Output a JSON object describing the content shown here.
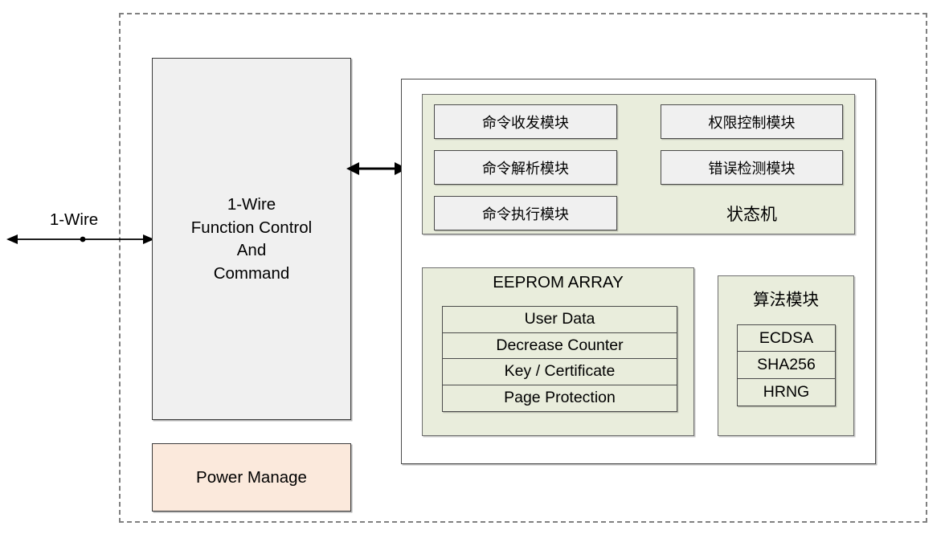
{
  "diagram": {
    "title_hidden": "",
    "external_bus": {
      "label": "1-Wire",
      "arrow_icon": "double-arrow-horizontal-icon"
    },
    "function_block": {
      "lines": [
        "1-Wire",
        "Function Control",
        "And",
        "Command"
      ],
      "line1": "1-Wire",
      "line2": "Function Control",
      "line3": "And",
      "line4": "Command",
      "fill": "#F0F0F0"
    },
    "power_manage": {
      "label": "Power Manage",
      "fill": "#FBE9DC"
    },
    "core_link": {
      "icon": "double-arrow-horizontal-icon"
    },
    "command_group": {
      "fill": "#E9EDDC",
      "left_modules": [
        "命令收发模块",
        "命令解析模块",
        "命令执行模块"
      ],
      "right_modules": [
        "权限控制模块",
        "错误检测模块"
      ],
      "state_machine_label": "状态机"
    },
    "eeprom": {
      "title": "EEPROM ARRAY",
      "fill": "#E9EDDC",
      "rows": [
        "User Data",
        "Decrease Counter",
        "Key / Certificate",
        "Page Protection"
      ]
    },
    "algorithm": {
      "title": "算法模块",
      "fill": "#E9EDDC",
      "rows": [
        "ECDSA",
        "SHA256",
        "HRNG"
      ]
    },
    "colors": {
      "chip_boundary": "#808080",
      "block_fill": "#F0F0F0",
      "group_fill": "#E9EDDC",
      "power_fill": "#FBE9DC",
      "stroke": "#3b3b3b"
    }
  }
}
